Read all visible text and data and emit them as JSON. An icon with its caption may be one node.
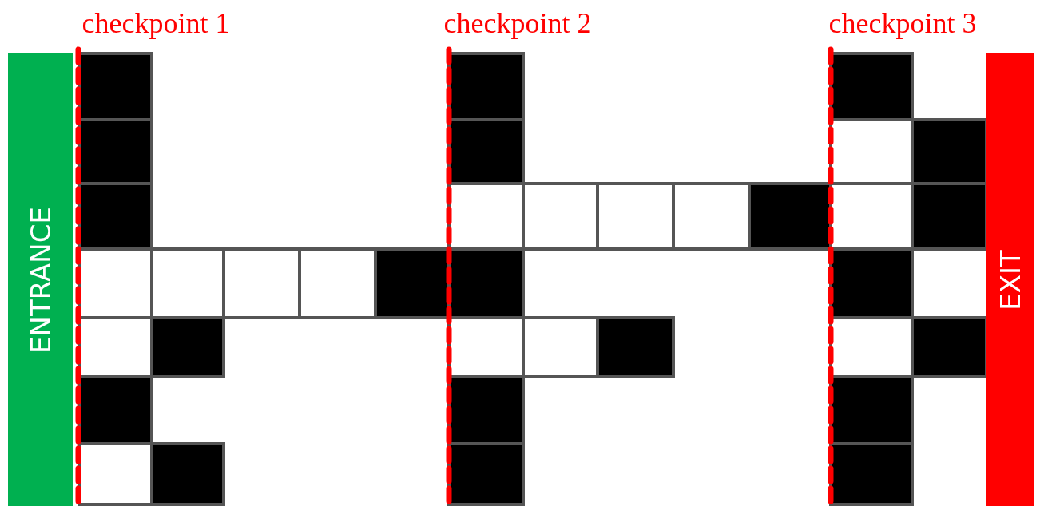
{
  "diagram": {
    "nodes": [
      {
        "text": [
          "ENTRANCE"
        ]
      },
      {
        "text": [
          "EXIT"
        ]
      }
    ],
    "labels": [
      "checkpoint 1",
      "checkpoint 2",
      "checkpoint 3"
    ]
  }
}
